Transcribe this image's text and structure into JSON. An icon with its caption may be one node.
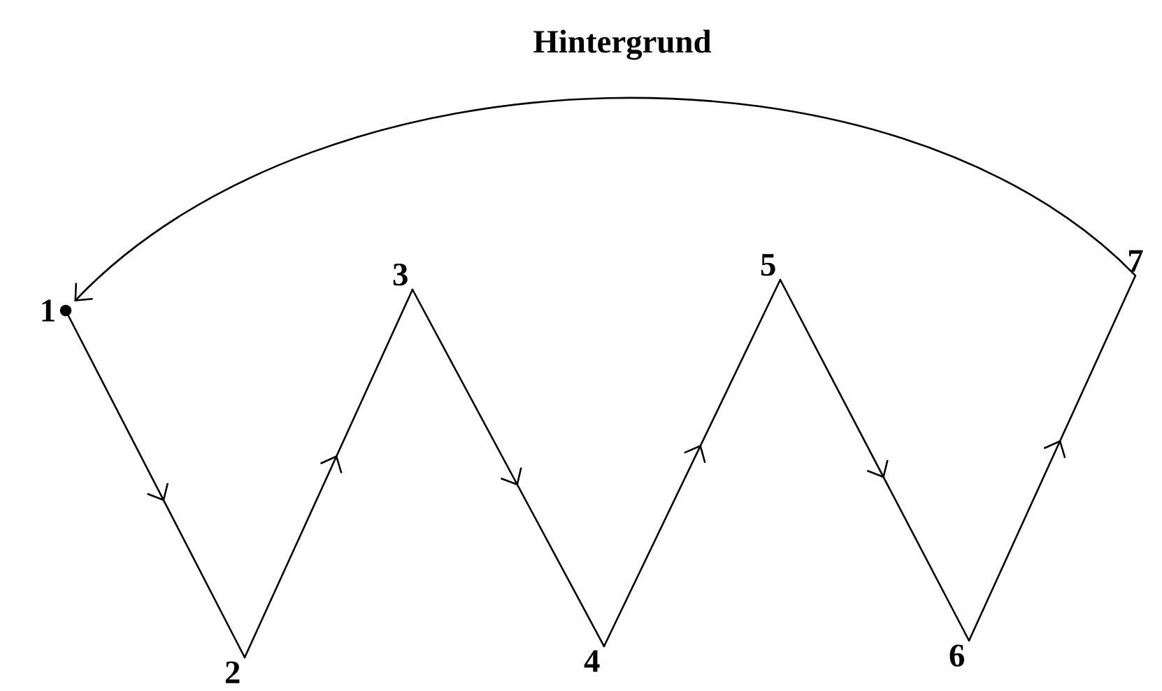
{
  "diagram": {
    "nodes": [
      {
        "text": [
          "1"
        ]
      },
      {
        "text": [
          "2"
        ]
      },
      {
        "text": [
          "3"
        ]
      },
      {
        "text": [
          "4"
        ]
      },
      {
        "text": [
          "5"
        ]
      },
      {
        "text": [
          "6"
        ]
      },
      {
        "text": [
          "7"
        ]
      }
    ],
    "edges": [
      {
        "from": 0,
        "to": 1,
        "arrow": "to"
      },
      {
        "from": 1,
        "to": 2,
        "arrow": "to"
      },
      {
        "from": 2,
        "to": 3,
        "arrow": "to"
      },
      {
        "from": 3,
        "to": 4,
        "arrow": "to"
      },
      {
        "from": 4,
        "to": 5,
        "arrow": "to"
      },
      {
        "from": 5,
        "to": 6,
        "arrow": "to"
      },
      {
        "from": 6,
        "to": 0,
        "arrow": "to",
        "label": "Hintergrund"
      }
    ]
  }
}
